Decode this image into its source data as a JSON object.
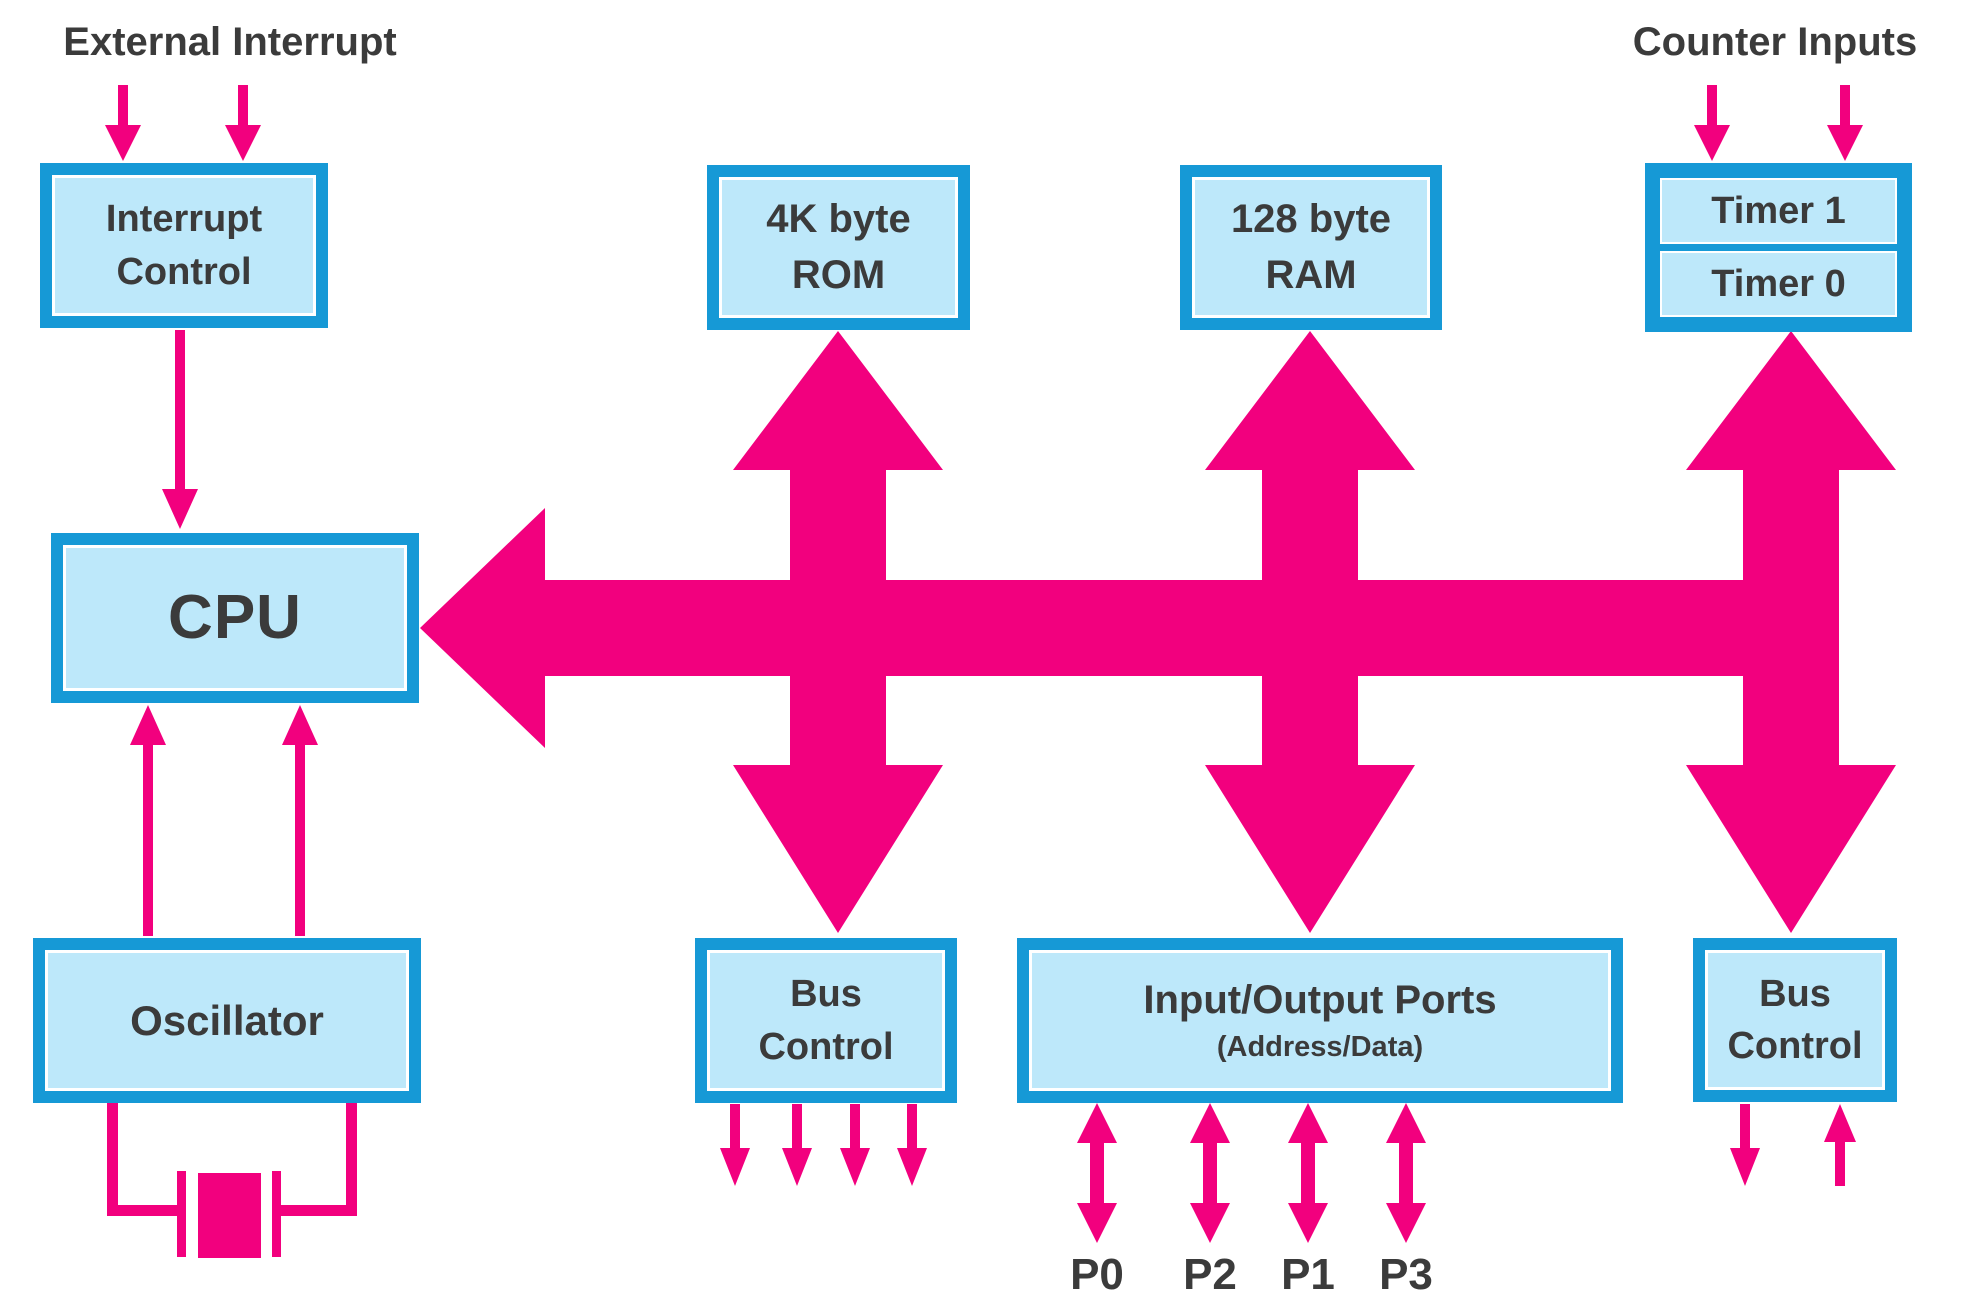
{
  "colors": {
    "pink": "#F2007E",
    "blue_border": "#1699D6",
    "box_fill": "#BDE8FA",
    "text": "#3B3B3B"
  },
  "top_labels": {
    "external_interrupt": "External Interrupt",
    "counter_inputs": "Counter Inputs"
  },
  "boxes": {
    "interrupt_control": {
      "line1": "Interrupt",
      "line2": "Control"
    },
    "cpu": {
      "label": "CPU"
    },
    "oscillator": {
      "label": "Oscillator"
    },
    "rom": {
      "line1": "4K byte",
      "line2": "ROM"
    },
    "ram": {
      "line1": "128 byte",
      "line2": "RAM"
    },
    "timer": {
      "timer1": "Timer 1",
      "timer0": "Timer 0"
    },
    "bus_control_left": {
      "line1": "Bus",
      "line2": "Control"
    },
    "io_ports": {
      "line1": "Input/Output Ports",
      "line2": "(Address/Data)"
    },
    "bus_control_right": {
      "line1": "Bus",
      "line2": "Control"
    }
  },
  "port_labels": [
    "P0",
    "P2",
    "P1",
    "P3"
  ]
}
